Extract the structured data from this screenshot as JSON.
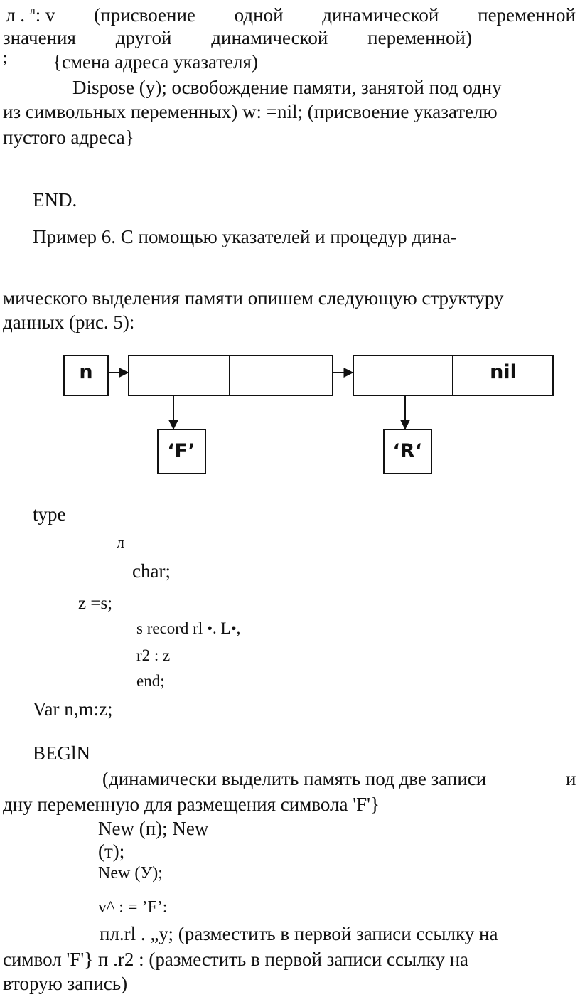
{
  "lines": {
    "l1_a": "л . ",
    "l1_b": "л",
    "l1_c": ": v",
    "l1_w1": "(присвоение",
    "l1_w2": "одной",
    "l1_w3": "динамической",
    "l1_w4": "переменной",
    "l2_w1": "значения",
    "l2_w2": "другой",
    "l2_w3": "динамической",
    "l2_w4": "переменной)",
    "l3_semi": ";",
    "l3_text": "{смена адреса указателя)",
    "l4": "Dispose (у); освобождение памяти, занятой под одну",
    "l5": "из символьных переменных) w: =nil; (присвоение указателю",
    "l6": "пустого адреса}",
    "l7": "END.",
    "l8": "Пример 6. С помощью указателей и процедур дина-",
    "l9": "мического выделения памяти опишем следующую структуру",
    "l10": "данных (рис. 5):",
    "c1": "type",
    "c2": "л",
    "c3": "char;",
    "c4": "z =s;",
    "c5": "s record rl •. L•,",
    "c6": "r2 : z",
    "c7": "end;",
    "c8": "Var n,m:z;",
    "c9": "BEGlN",
    "c10_a": "(динамически выделить память под две записи",
    "c10_b": "и",
    "c11": "дну переменную для размещения символа 'F'}",
    "c12": "New  (п);  New",
    "c13": "(т);",
    "c14": "New (У);",
    "c15": "v^ : = ’F’:",
    "c16": "пл.rl . „у; (разместить в первой записи ссылку на",
    "c17": "символ 'F'}  п  .r2  :  (разместить в первой записи ссылку на",
    "c18": "вторую запись)"
  },
  "diagram": {
    "box_n": "n",
    "box_nil": "nil",
    "box_f": "‘F’",
    "box_r": "‘R‘"
  }
}
